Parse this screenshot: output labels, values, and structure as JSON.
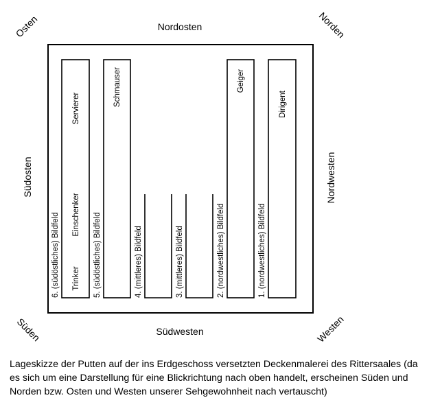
{
  "compass": {
    "top": "Nordosten",
    "bottom": "Südwesten",
    "left": "Südosten",
    "right": "Nordwesten",
    "top_left": "Osten",
    "top_right": "Norden",
    "bottom_left": "Süden",
    "bottom_right": "Westen"
  },
  "fields": [
    "6. (südöstliches) Bildfeld",
    "5. (südöstliches) Bildfeld",
    "4. (mittleres) Bildfeld",
    "3. (mittleres) Bildfeld",
    "2. (nordwestliches) Bildfeld",
    "1. (nordwestliches) Bildfeld"
  ],
  "figures": {
    "servierer": "Servierer",
    "einschenker": "Einschenker",
    "trinker": "Trinker",
    "schmauser": "Schmauser",
    "geiger": "Geiger",
    "dirigent": "Dirigent"
  },
  "caption": "Lageskizze der Putten auf der ins Erdgeschoss versetzten Deckenmalerei des Rittersaales (da es sich um eine Darstellung für eine Blickrichtung nach oben handelt, erscheinen Süden und Norden bzw. Osten und Westen unserer Sehgewohnheit nach vertauscht)"
}
